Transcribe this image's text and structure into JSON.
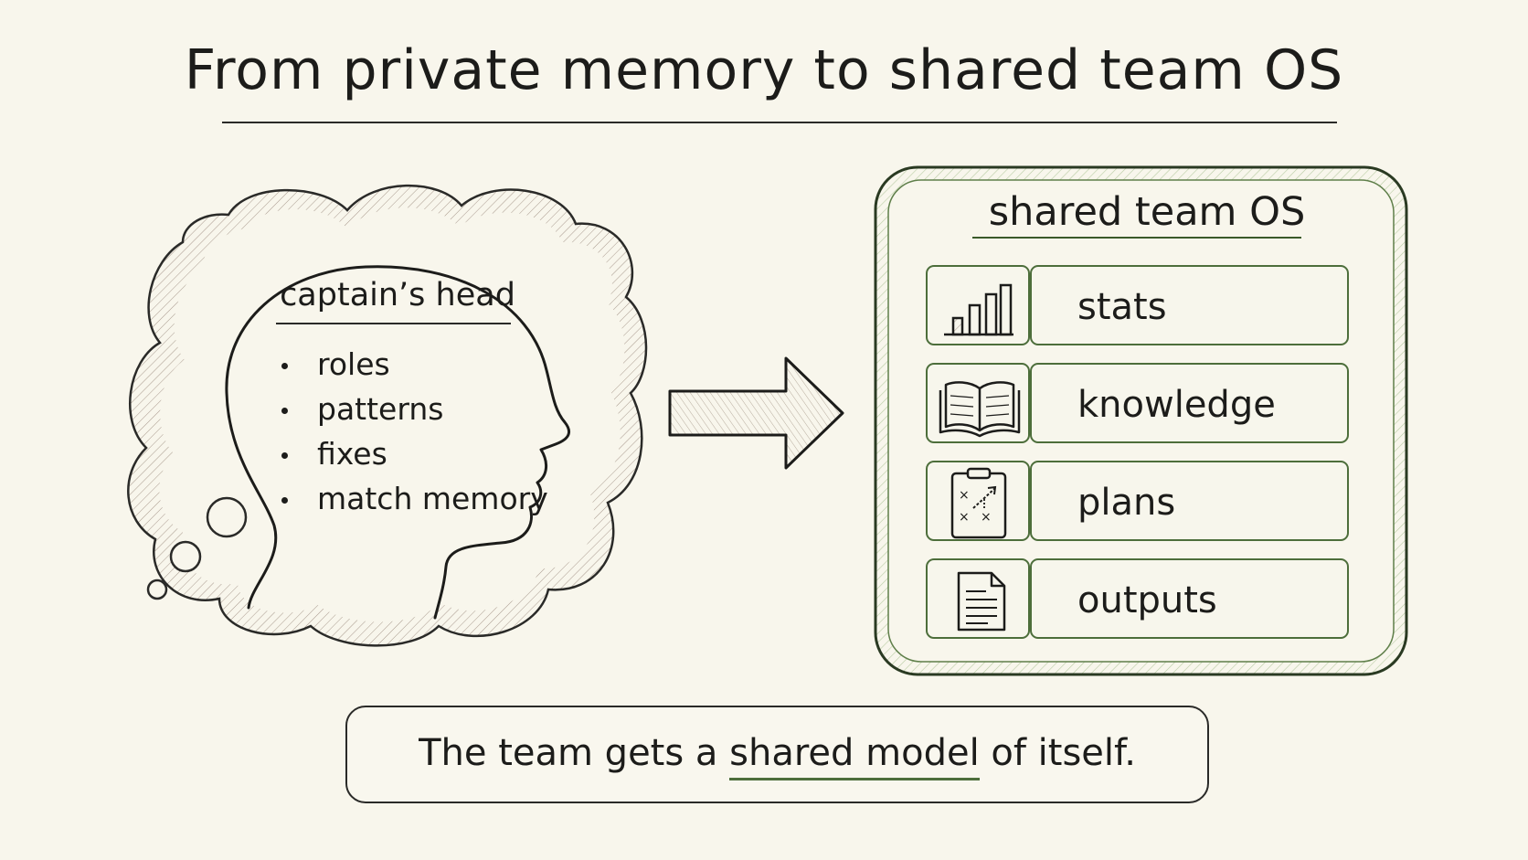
{
  "title": "From private memory to shared team OS",
  "head": {
    "label": "captain’s head",
    "items": [
      "roles",
      "patterns",
      "fixes",
      "match memory"
    ]
  },
  "os": {
    "title": "shared team OS",
    "rows": [
      {
        "label": "stats",
        "icon": "bar-chart-icon"
      },
      {
        "label": "knowledge",
        "icon": "open-book-icon"
      },
      {
        "label": "plans",
        "icon": "clipboard-plan-icon"
      },
      {
        "label": "outputs",
        "icon": "document-icon"
      }
    ]
  },
  "caption": {
    "before": "The team gets a ",
    "highlight": "shared model",
    "after": " of itself."
  },
  "colors": {
    "background": "#f8f6ec",
    "ink": "#1c1c1a",
    "accent_green": "#4d6e3b",
    "cloud_hatch": "#a99a8e",
    "green_hatch": "#b9cca4"
  }
}
